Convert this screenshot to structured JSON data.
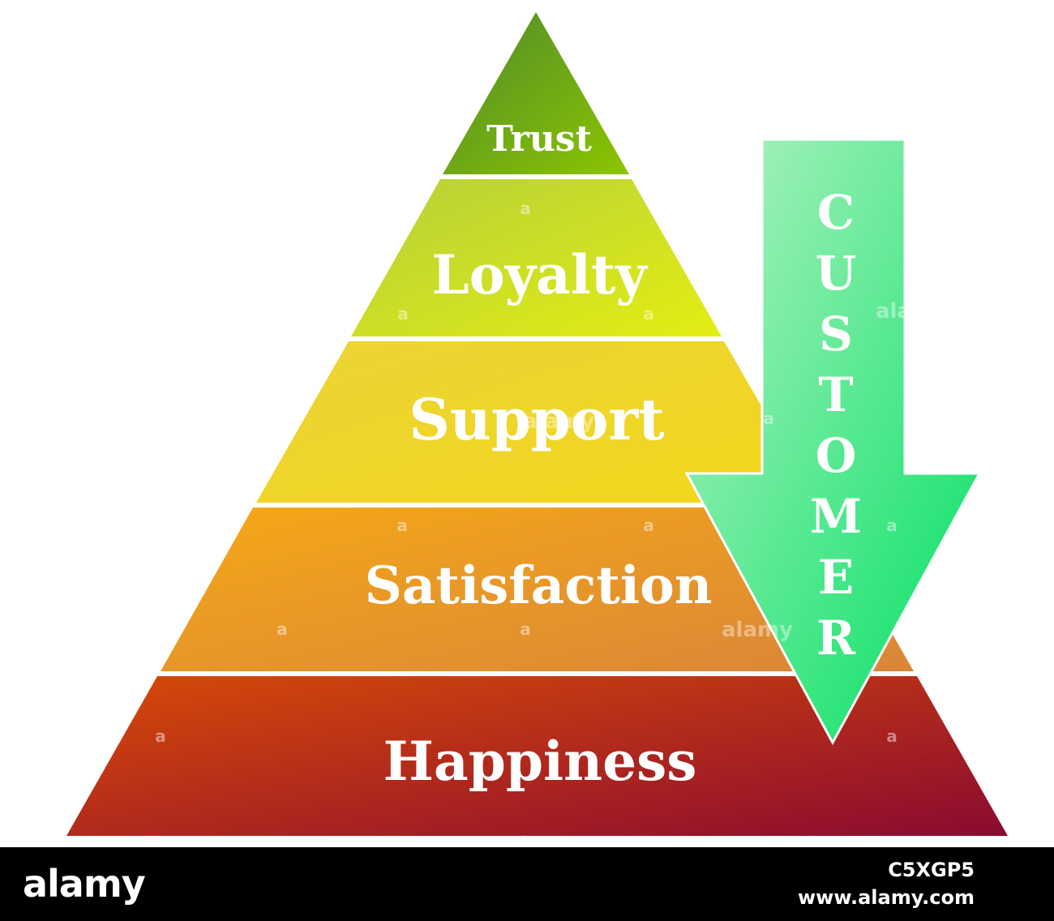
{
  "pyramid": {
    "tiers": [
      {
        "label": "Trust",
        "color_left": "#4f8a2c",
        "color_right": "#8cc500"
      },
      {
        "label": "Loyalty",
        "color_left": "#b6cf3a",
        "color_right": "#e3ee12"
      },
      {
        "label": "Support",
        "color_left": "#ead337",
        "color_right": "#f3d81a"
      },
      {
        "label": "Satisfaction",
        "color_left": "#f5a816",
        "color_right": "#d9853a"
      },
      {
        "label": "Happiness",
        "color_left": "#d84a08",
        "color_right": "#8a0a30"
      }
    ]
  },
  "arrow": {
    "text": "CUSTOMER",
    "letters": [
      "C",
      "U",
      "S",
      "T",
      "O",
      "M",
      "E",
      "R"
    ],
    "color_top": "#b4f2c4",
    "color_bottom": "#00e062"
  },
  "watermark": {
    "marks": [
      "a",
      "a",
      "a",
      "a",
      "a",
      "a",
      "a",
      "a",
      "a",
      "a",
      "a",
      "a"
    ],
    "words": [
      "alamy",
      "alamy",
      "alamy"
    ]
  },
  "footer": {
    "logo": "alamy",
    "image_id": "C5XGP5",
    "url": "www.alamy.com"
  }
}
